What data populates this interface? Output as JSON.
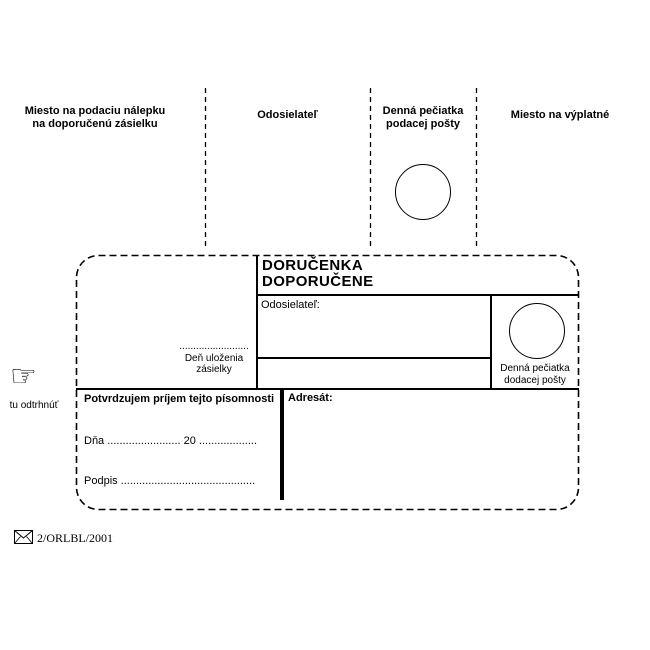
{
  "header": {
    "podacia": {
      "line1": "Miesto na podaciu nálepku",
      "line2": "na doporučenú zásielku"
    },
    "odosielatel": "Odosielateľ",
    "pecatka_podacej": {
      "line1": "Denná pečiatka",
      "line2": "podacej pošty"
    },
    "vyplatne": "Miesto na výplatné"
  },
  "form": {
    "title": {
      "line1": "DORUČENKA",
      "line2": "DOPORUČENE"
    },
    "odosielatel_label": "Odosielateľ:",
    "den_ulozenia": {
      "dots": ".........................",
      "line1": "Deň uloženia",
      "line2": "zásielky"
    },
    "pecatka_dodacej": {
      "line1": "Denná pečiatka",
      "line2": "dodacej pošty"
    },
    "potvrdenie": {
      "title": "Potvrdzujem príjem tejto písomnosti",
      "dna": "Dňa ........................ 20 ...................",
      "podpis": "Podpis ............................................"
    },
    "adresat_label": "Adresát:"
  },
  "margin": {
    "hand_glyph": "☞",
    "tear_label": "tu odtrhnúť"
  },
  "footer": {
    "code": "2/ORLBL/2001"
  },
  "colors": {
    "ink": "#000000",
    "paper": "#ffffff"
  }
}
